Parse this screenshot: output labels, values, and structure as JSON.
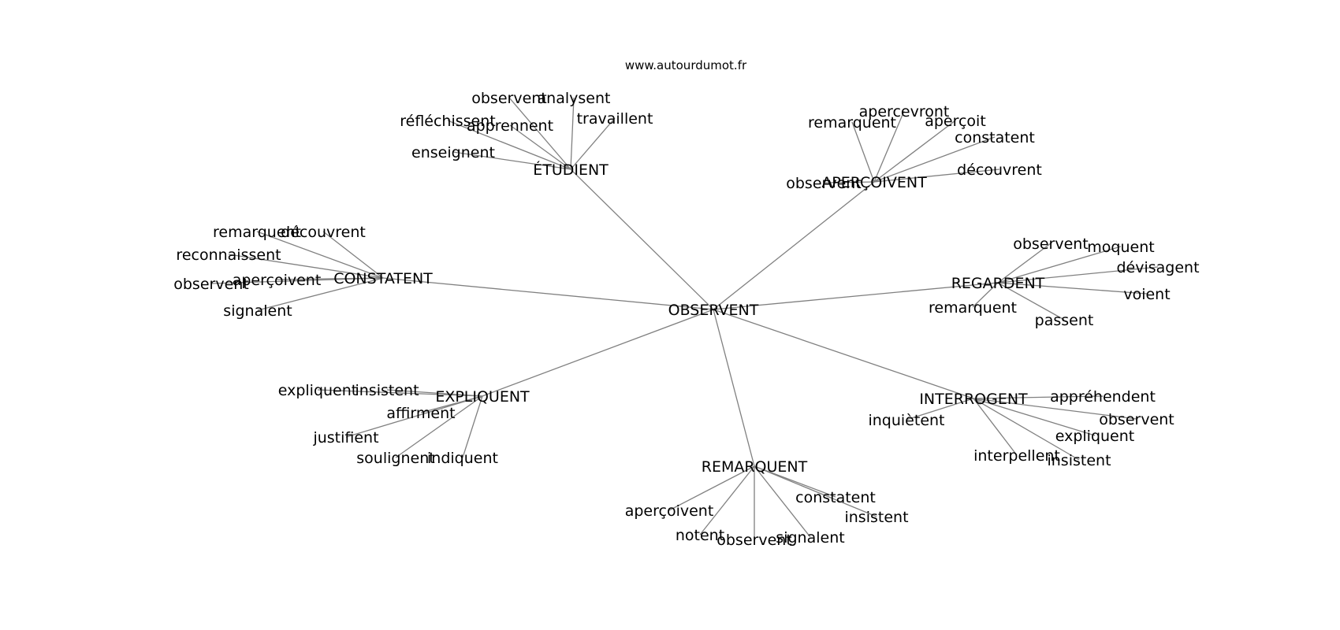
{
  "site_label": "www.autourdumot.fr",
  "center": "OBSERVENT",
  "hubs": [
    {
      "label": "ÉTUDIENT",
      "leaves": [
        "observent",
        "analysent",
        "réfléchissent",
        "apprennent",
        "travaillent",
        "enseignent"
      ]
    },
    {
      "label": "APERÇOIVENT",
      "leaves": [
        "apercevront",
        "remarquent",
        "aperçoit",
        "constatent",
        "découvrent",
        "observent"
      ]
    },
    {
      "label": "CONSTATENT",
      "leaves": [
        "remarquent",
        "découvrent",
        "reconnaissent",
        "aperçoivent",
        "observent",
        "signalent"
      ]
    },
    {
      "label": "REGARDENT",
      "leaves": [
        "observent",
        "moquent",
        "dévisagent",
        "voient",
        "remarquent",
        "passent"
      ]
    },
    {
      "label": "EXPLIQUENT",
      "leaves": [
        "expliquent",
        "insistent",
        "affirment",
        "justifient",
        "soulignent",
        "indiquent"
      ]
    },
    {
      "label": "INTERROGENT",
      "leaves": [
        "appréhendent",
        "inquiètent",
        "observent",
        "expliquent",
        "interpellent",
        "insistent"
      ]
    },
    {
      "label": "REMARQUENT",
      "leaves": [
        "constatent",
        "aperçoivent",
        "insistent",
        "notent",
        "observent",
        "signalent"
      ]
    }
  ]
}
